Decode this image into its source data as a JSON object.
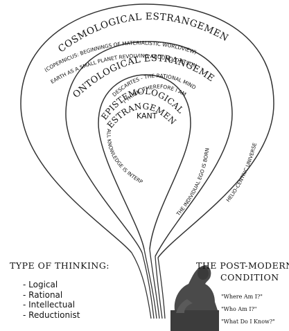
{
  "rings": {
    "cosmological": {
      "title": "COSMOLOGICAL ESTRANGEMENT",
      "line1": "(COPERNICUS: BEGINNINGS OF MATERIALISTIC WORLDVIEW)",
      "line2": "EARTH AS A SMALL PLANET REVOLVING AROUND THE SUN",
      "stem_label": "HELIO-CENTRIC UNIVERSE"
    },
    "ontological": {
      "title": "ONTOLOGICAL ESTRANGEMENT",
      "line1": "DESCARTES - THE RATIONAL MIND",
      "line2": "\"I THINK, THEREFORE I AM\"",
      "stem_label": "THE INDIVIDUAL EGO IS BORN"
    },
    "epistemological": {
      "title_line1": "EPISTEMOLOGICAL",
      "title_line2": "ESTRANGEMENT",
      "center": "KANT",
      "stem_label": "ALL KNOWLEDGE IS INTERPRETIVE"
    }
  },
  "thinking": {
    "heading": "TYPE OF THINKING:",
    "items": [
      "- Logical",
      "- Rational",
      "- Intellectual",
      "- Reductionist"
    ]
  },
  "postmodern": {
    "heading_line1": "THE POST-MODERN",
    "heading_line2": "CONDITION",
    "questions": [
      "\"Where Am I?\"",
      "\"Who Am I?\"",
      "\"What Do I Know?\""
    ]
  }
}
